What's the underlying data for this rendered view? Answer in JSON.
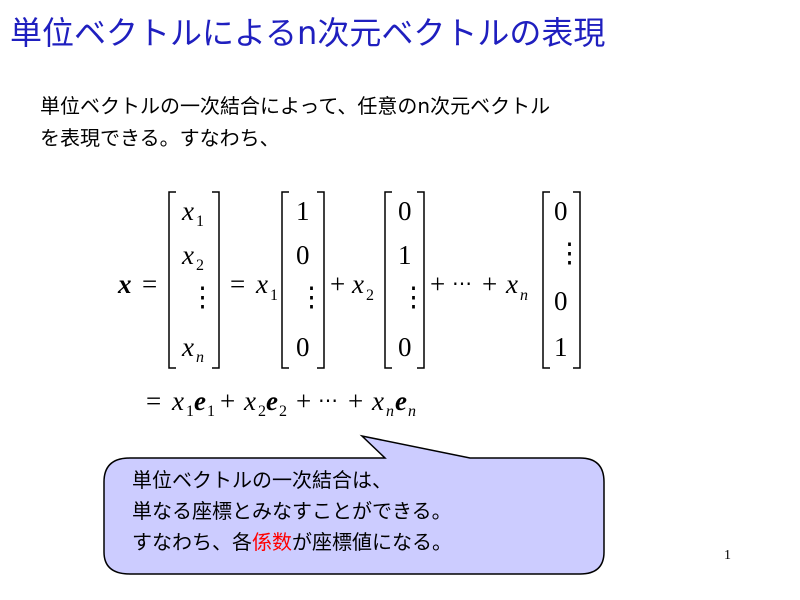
{
  "title": "単位ベクトルによるn次元ベクトルの表現",
  "intro": {
    "line1": "単位ベクトルの一次結合によって、任意のn次元ベクトル",
    "line2": "を表現できる。すなわち、"
  },
  "equation": {
    "lhs": "x",
    "eq": "=",
    "plus": "+",
    "cdots": "⋯",
    "vdots": "⋮",
    "x_entries": [
      {
        "base": "x",
        "sub": "1"
      },
      {
        "base": "x",
        "sub": "2"
      },
      {
        "base": "⋮",
        "sub": ""
      },
      {
        "base": "x",
        "sub": "n"
      }
    ],
    "e1": [
      "1",
      "0",
      "⋮",
      "0"
    ],
    "e2": [
      "0",
      "1",
      "⋮",
      "0"
    ],
    "en": [
      "0",
      "⋮",
      "0",
      "1"
    ],
    "coef1": {
      "base": "x",
      "sub": "1"
    },
    "coef2": {
      "base": "x",
      "sub": "2"
    },
    "coefn": {
      "base": "x",
      "sub": "n"
    },
    "line2": {
      "t1": {
        "base": "x",
        "sub": "1",
        "vec": "e",
        "vsub": "1"
      },
      "t2": {
        "base": "x",
        "sub": "2",
        "vec": "e",
        "vsub": "2"
      },
      "tn": {
        "base": "x",
        "sub": "n",
        "vec": "e",
        "vsub": "n"
      }
    }
  },
  "callout": {
    "line1": "単位ベクトルの一次結合は、",
    "line2": "単なる座標とみなすことができる。",
    "line3_pre": "すなわち、各",
    "line3_highlight": "係数",
    "line3_post": "が座標値になる。",
    "fill_color": "#ccccff",
    "highlight_color": "#ff0000"
  },
  "page_number": "1",
  "colors": {
    "title": "#1f1fbf"
  }
}
